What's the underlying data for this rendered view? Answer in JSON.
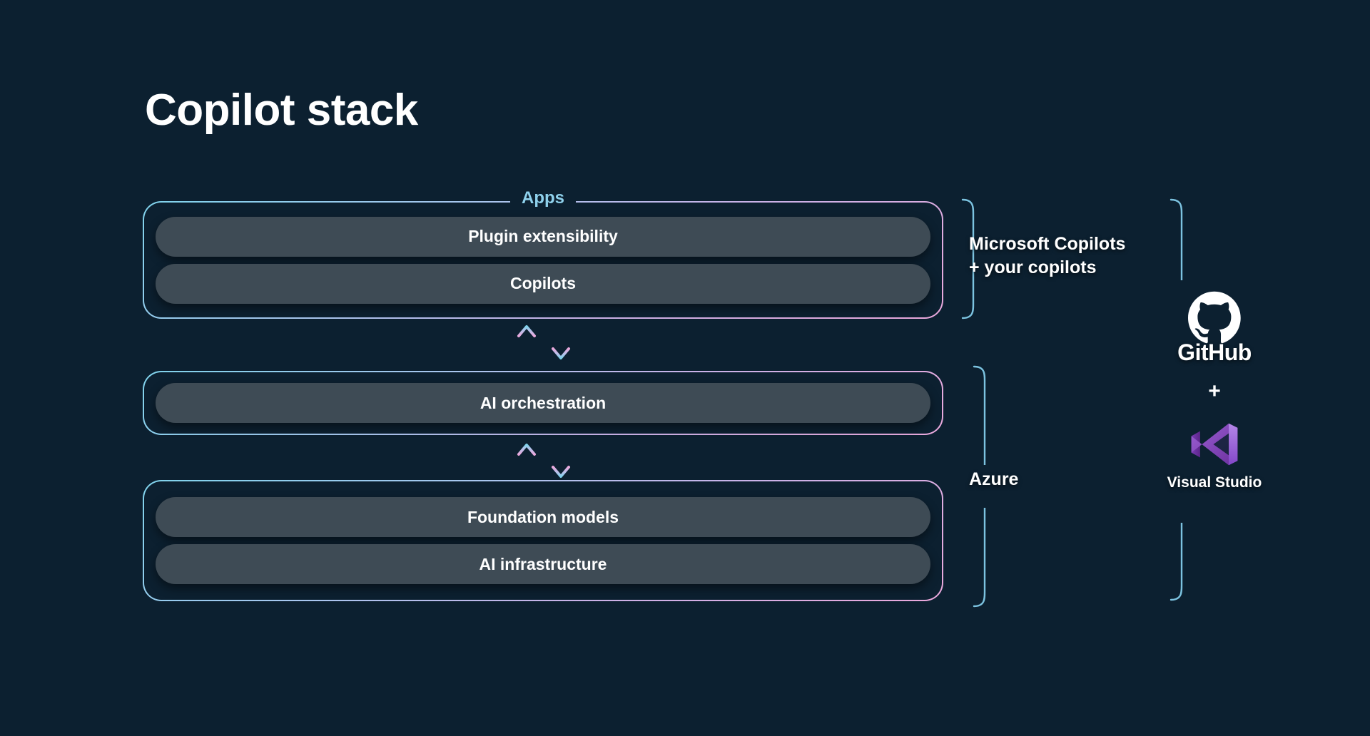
{
  "page": {
    "title": "Copilot stack",
    "background_color": "#0c2030",
    "accent_cyan": "#8fd1ec",
    "accent_pink": "#eaa8dc",
    "pill_color": "#3e4b55"
  },
  "layers": [
    {
      "id": "apps",
      "label": "Apps",
      "rows": [
        {
          "label": "Plugin extensibility"
        },
        {
          "label": "Copilots"
        }
      ]
    },
    {
      "id": "orchestration",
      "label": "",
      "rows": [
        {
          "label": "AI orchestration"
        }
      ]
    },
    {
      "id": "platform",
      "label": "",
      "rows": [
        {
          "label": "Foundation models"
        },
        {
          "label": "AI infrastructure"
        }
      ]
    }
  ],
  "connectors": [
    {
      "id": "apps-to-orchestration",
      "up": "↑",
      "down": "↓"
    },
    {
      "id": "orchestration-to-platform",
      "up": "↑",
      "down": "↓"
    }
  ],
  "annotations": {
    "copilots": {
      "line1": "Microsoft Copilots",
      "line2": "+ your copilots"
    },
    "azure": {
      "label": "Azure"
    }
  },
  "dev_tools": {
    "github": {
      "wordmark": "GitHub",
      "icon": "github-octocat-icon"
    },
    "plus": "+",
    "visual_studio": {
      "wordmark": "Visual Studio",
      "icon": "visual-studio-infinity-icon"
    }
  }
}
